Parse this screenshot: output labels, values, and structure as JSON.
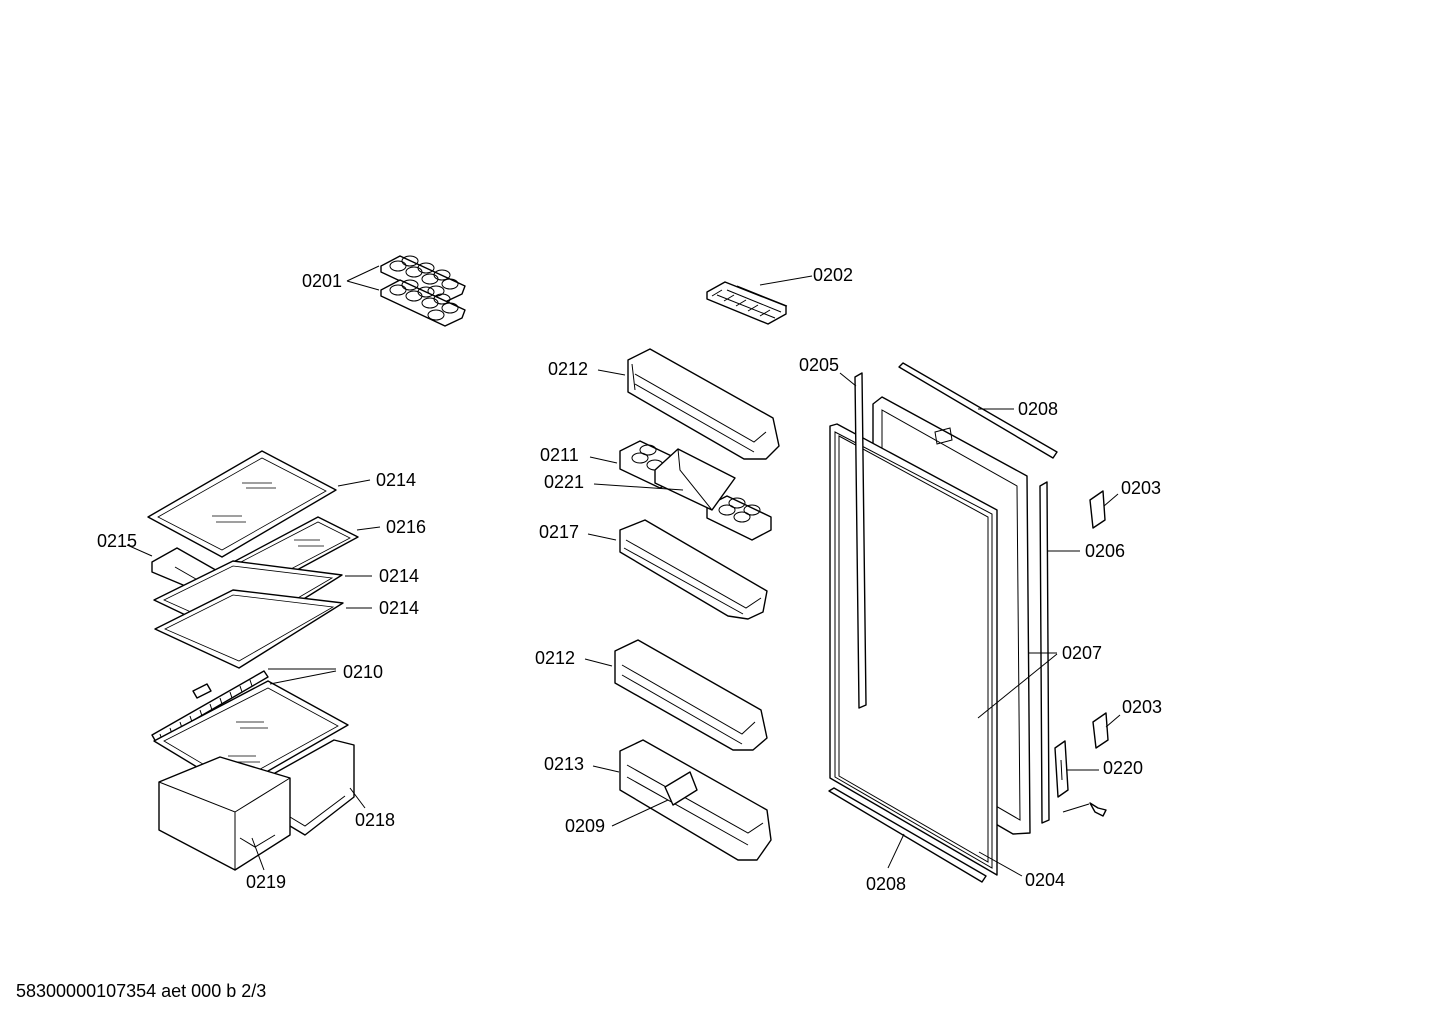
{
  "callouts": {
    "p0201": "0201",
    "p0202": "0202",
    "p0212a": "0212",
    "p0205": "0205",
    "p0208a": "0208",
    "p0211": "0211",
    "p0221": "0221",
    "p0214a": "0214",
    "p0216": "0216",
    "p0203a": "0203",
    "p0215": "0215",
    "p0217": "0217",
    "p0206": "0206",
    "p0214b": "0214",
    "p0214c": "0214",
    "p0212b": "0212",
    "p0207": "0207",
    "p0210": "0210",
    "p0203b": "0203",
    "p0213": "0213",
    "p0220": "0220",
    "p0218": "0218",
    "p0209": "0209",
    "p0219": "0219",
    "p0204": "0204",
    "p0208b": "0208"
  },
  "footer": {
    "document_id": "58300000107354 aet 000 b 2/3"
  }
}
